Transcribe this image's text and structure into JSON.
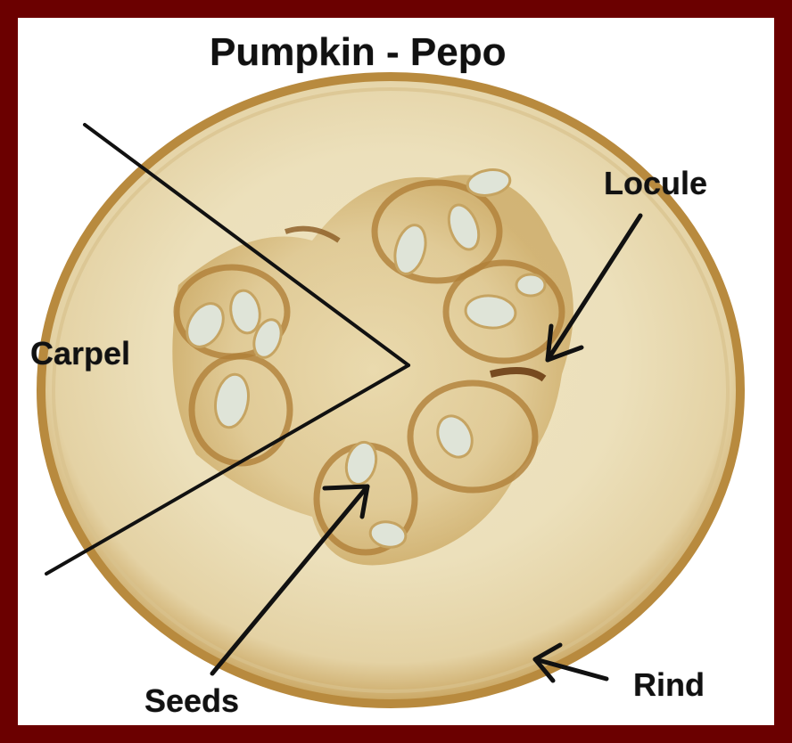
{
  "diagram": {
    "title": "Pumpkin - Pepo",
    "labels": {
      "locule": "Locule",
      "carpel": "Carpel",
      "seeds": "Seeds",
      "rind": "Rind"
    }
  },
  "colors": {
    "frame": "#6b0000",
    "background": "#ffffff",
    "flesh": "#ecdfb8",
    "rind": "#b88a3e",
    "seed": "#dde3d6",
    "line": "#111111"
  }
}
